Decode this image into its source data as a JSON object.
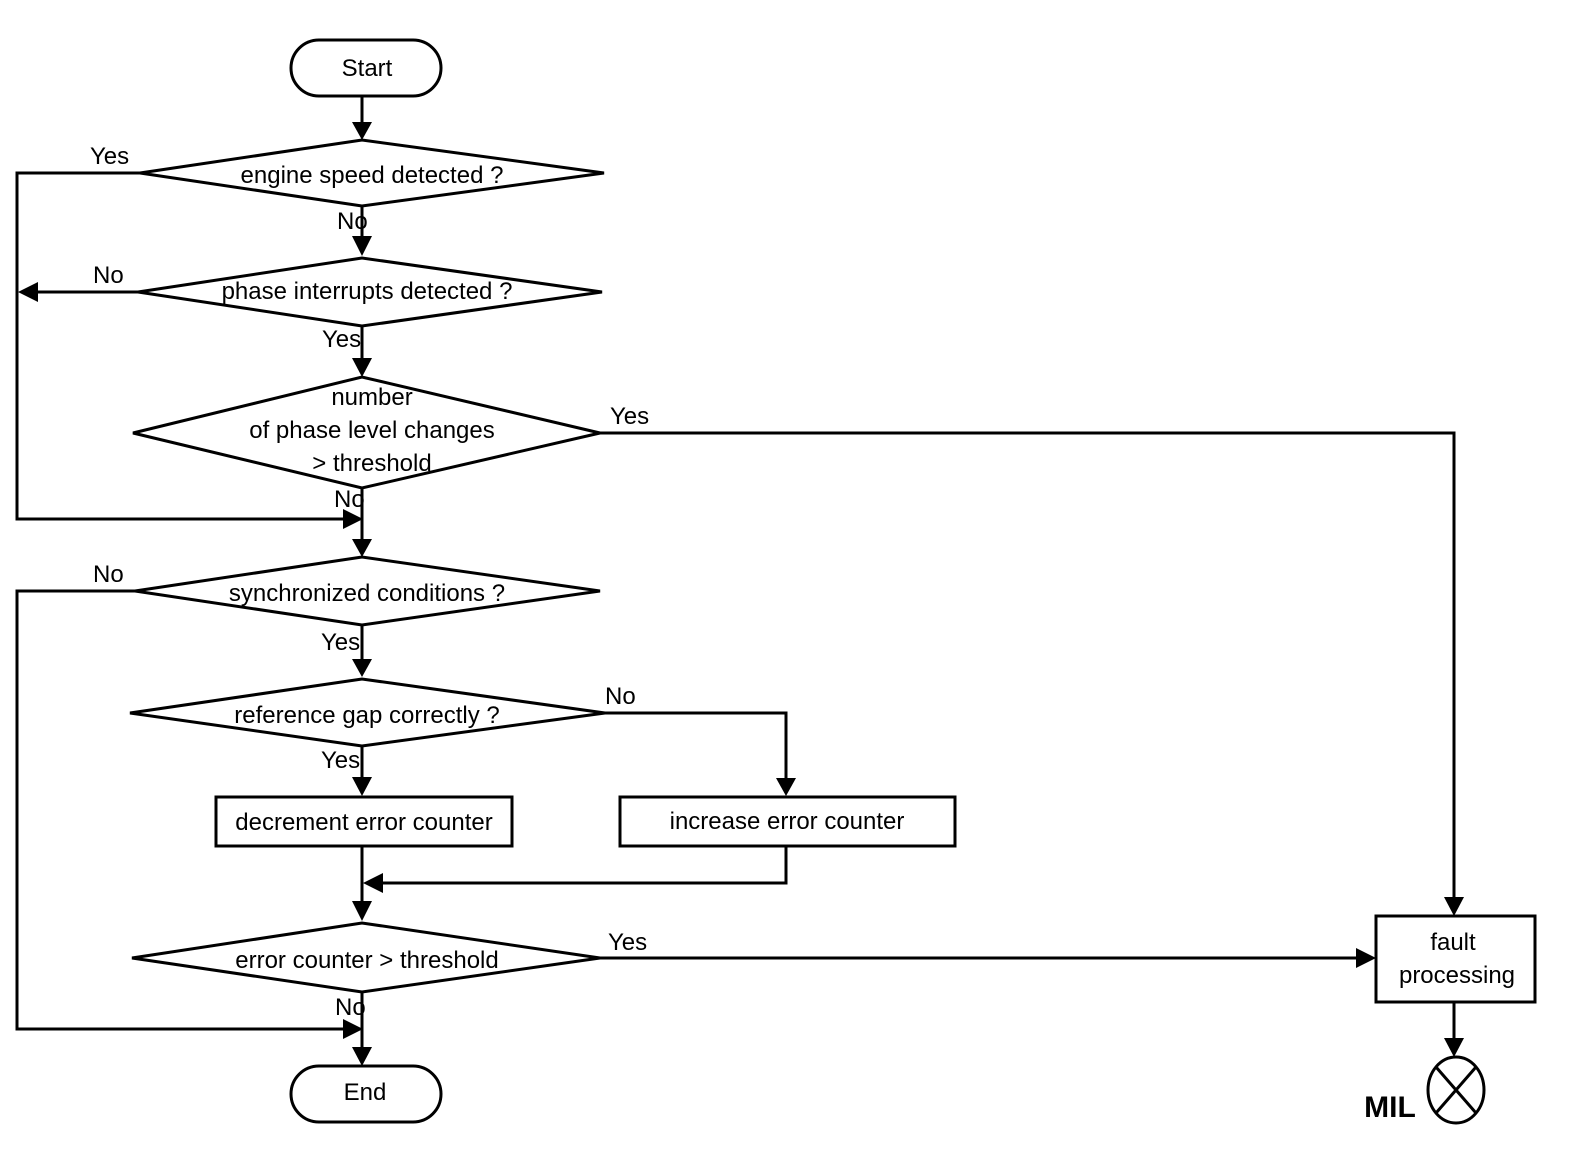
{
  "nodes": {
    "start": "Start",
    "engine_speed": "engine speed detected ?",
    "phase_interrupts": "phase interrupts detected ?",
    "phase_level_line1": "number",
    "phase_level_line2": "of phase level changes",
    "phase_level_line3": "> threshold",
    "sync_conditions": "synchronized conditions ?",
    "reference_gap": "reference gap correctly ?",
    "decrement": "decrement error counter",
    "increase": "increase error counter",
    "error_counter": "error counter > threshold",
    "end": "End",
    "fault_line1": "fault",
    "fault_line2": "processing",
    "mil": "MIL"
  },
  "edge_labels": {
    "engine_yes": "Yes",
    "engine_no": "No",
    "phase_int_no": "No",
    "phase_int_yes": "Yes",
    "phase_level_yes": "Yes",
    "phase_level_no": "No",
    "sync_no": "No",
    "sync_yes": "Yes",
    "ref_no": "No",
    "ref_yes": "Yes",
    "err_yes": "Yes",
    "err_no": "No"
  }
}
